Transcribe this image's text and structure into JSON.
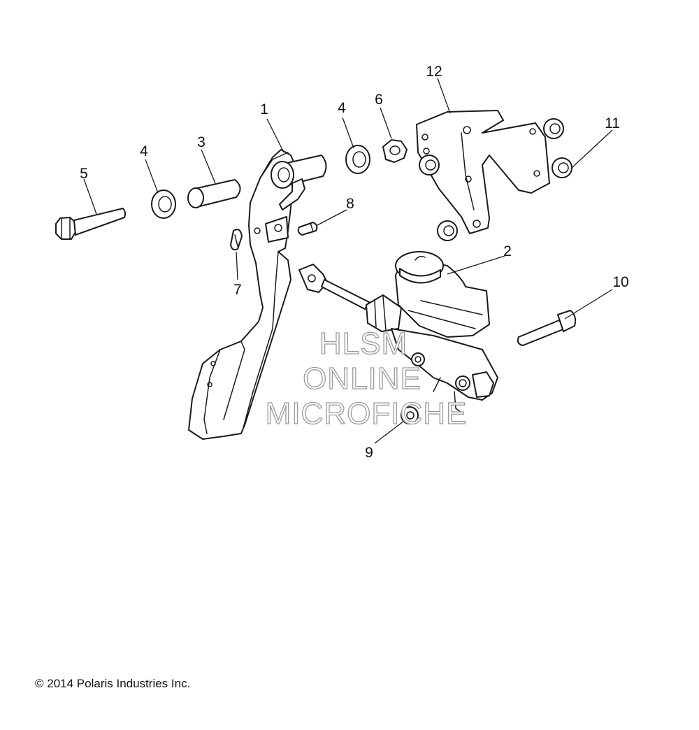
{
  "callouts": [
    {
      "id": "1",
      "label": "1"
    },
    {
      "id": "2",
      "label": "2"
    },
    {
      "id": "3",
      "label": "3"
    },
    {
      "id": "4a",
      "label": "4"
    },
    {
      "id": "4b",
      "label": "4"
    },
    {
      "id": "5",
      "label": "5"
    },
    {
      "id": "6",
      "label": "6"
    },
    {
      "id": "7",
      "label": "7"
    },
    {
      "id": "8",
      "label": "8"
    },
    {
      "id": "9",
      "label": "9"
    },
    {
      "id": "10",
      "label": "10"
    },
    {
      "id": "11",
      "label": "11"
    },
    {
      "id": "12",
      "label": "12"
    }
  ],
  "watermark": {
    "line1": "HLSM",
    "line2": "ONLINE",
    "line3": "MICROFICHE"
  },
  "copyright": "© 2014 Polaris Industries Inc."
}
